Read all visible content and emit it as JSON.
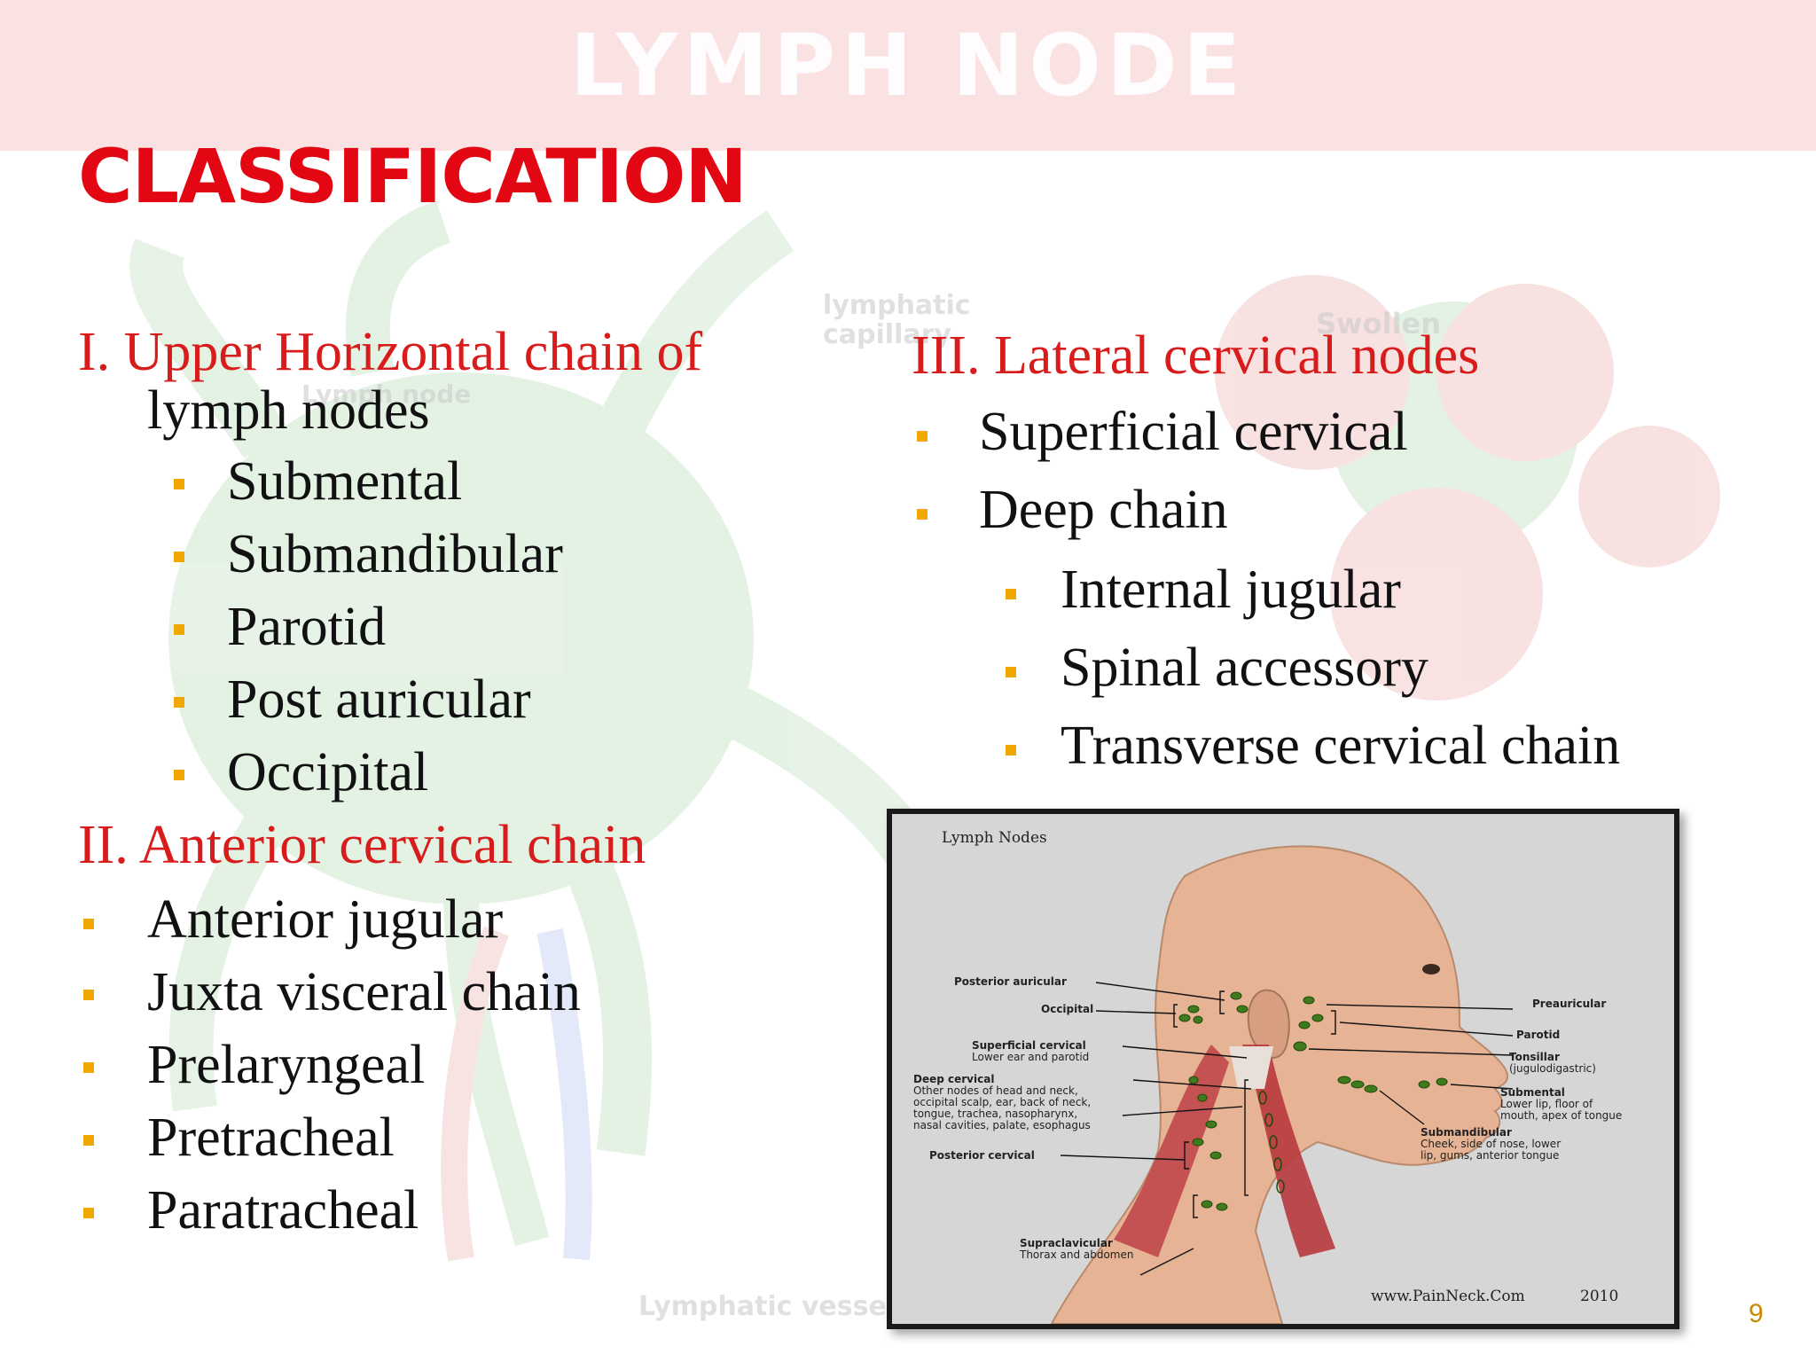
{
  "header": {
    "title": "LYMPH NODE"
  },
  "slide": {
    "title": "CLASSIFICATION",
    "page_number": "9"
  },
  "left": {
    "group1_line1": "I. Upper Horizontal chain of",
    "group1_line2": "lymph nodes",
    "group1_items": [
      "Submental",
      "Submandibular",
      "Parotid",
      "Post auricular",
      "Occipital"
    ],
    "group2_heading": "II. Anterior cervical chain",
    "group2_items": [
      "Anterior jugular",
      "Juxta visceral chain",
      "Prelaryngeal",
      "Pretracheal",
      "Paratracheal"
    ]
  },
  "right": {
    "group3_heading": "III. Lateral cervical nodes",
    "group3_items": [
      "Superficial cervical",
      "Deep chain"
    ],
    "deep_chain_items": [
      "Internal jugular",
      "Spinal accessory",
      "Transverse cervical chain"
    ]
  },
  "background_labels": {
    "lymphatic_capillary": "lymphatic\ncapillary",
    "swollen": "Swollen",
    "lymph_node": "Lymph node",
    "lymphatic_vessel": "Lymphatic vessel"
  },
  "figure": {
    "title": "Lymph Nodes",
    "credit": "www.PainNeck.Com",
    "year": "2010",
    "labels": {
      "posterior_auricular": "Posterior auricular",
      "occipital": "Occipital",
      "superficial_cervical": "Superficial cervical",
      "superficial_cervical_sub": "Lower ear and parotid",
      "deep_cervical": "Deep cervical",
      "deep_cervical_sub1": "Other nodes of head and neck,",
      "deep_cervical_sub2": "occipital scalp, ear, back of neck,",
      "deep_cervical_sub3": "tongue, trachea, nasopharynx,",
      "deep_cervical_sub4": "nasal cavities, palate, esophagus",
      "posterior_cervical": "Posterior cervical",
      "supraclavicular": "Supraclavicular",
      "supraclavicular_sub": "Thorax and abdomen",
      "preauricular": "Preauricular",
      "parotid": "Parotid",
      "tonsillar": "Tonsillar",
      "tonsillar_sub": "(jugulodigastric)",
      "submental": "Submental",
      "submental_sub1": "Lower lip, floor of",
      "submental_sub2": "mouth, apex of tongue",
      "submandibular": "Submandibular",
      "submandibular_sub1": "Cheek, side of nose, lower",
      "submandibular_sub2": "lip, gums, anterior tongue"
    }
  },
  "colors": {
    "title_red": "#e30613",
    "heading_red": "#d81c1c",
    "bullet": "#f0a800",
    "header_band": "#fbe2e2"
  }
}
